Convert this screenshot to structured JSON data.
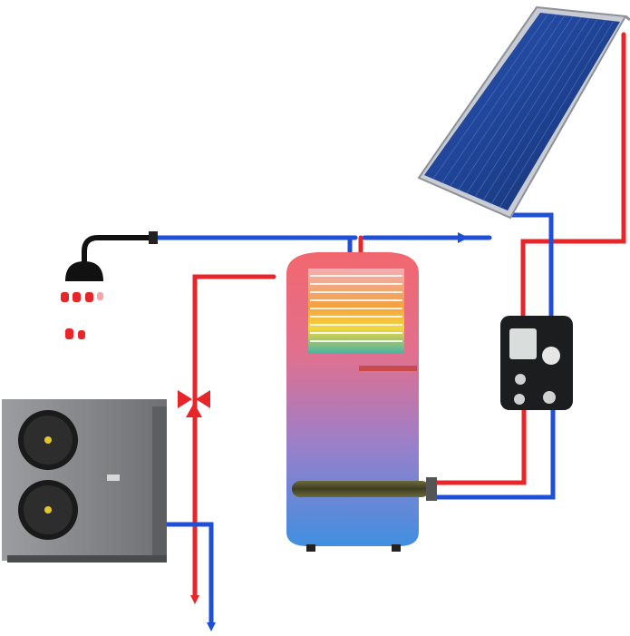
{
  "diagram": {
    "components": {
      "solar_panel": "solar-collector",
      "storage_tank": "hot-water-cylinder",
      "heat_pump": "air-source-heat-pump",
      "controller": "solar-pump-station",
      "shower": "shower-head",
      "valve": "three-way-valve"
    },
    "colors": {
      "hot_pipe": "#e8262a",
      "cold_pipe": "#1f4fd6",
      "panel": "#1d3f8f",
      "tank_top": "#f06b73",
      "tank_bottom": "#3f8fe0",
      "heat_pump_body": "#8a8b8e"
    }
  }
}
